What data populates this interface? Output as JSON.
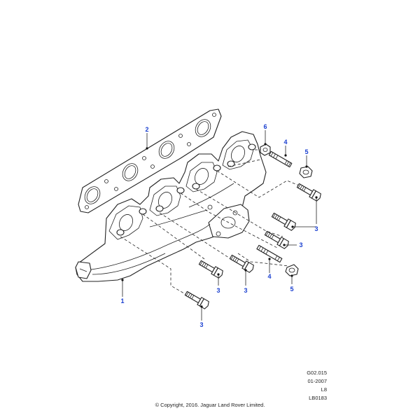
{
  "callouts": {
    "c1": "1",
    "c2": "2",
    "c3a": "3",
    "c3b": "3",
    "c3c": "3",
    "c3d": "3",
    "c3e": "3",
    "c4a": "4",
    "c4b": "4",
    "c5a": "5",
    "c5b": "5",
    "c6": "6"
  },
  "meta": {
    "code": "G02.015",
    "date": "01-2007",
    "model": "L8",
    "ref": "LB0183"
  },
  "copyright": "© Copyright, 2016. Jaguar Land Rover Limited.",
  "colors": {
    "callout": "#1a3fd0",
    "line": "#222222"
  }
}
